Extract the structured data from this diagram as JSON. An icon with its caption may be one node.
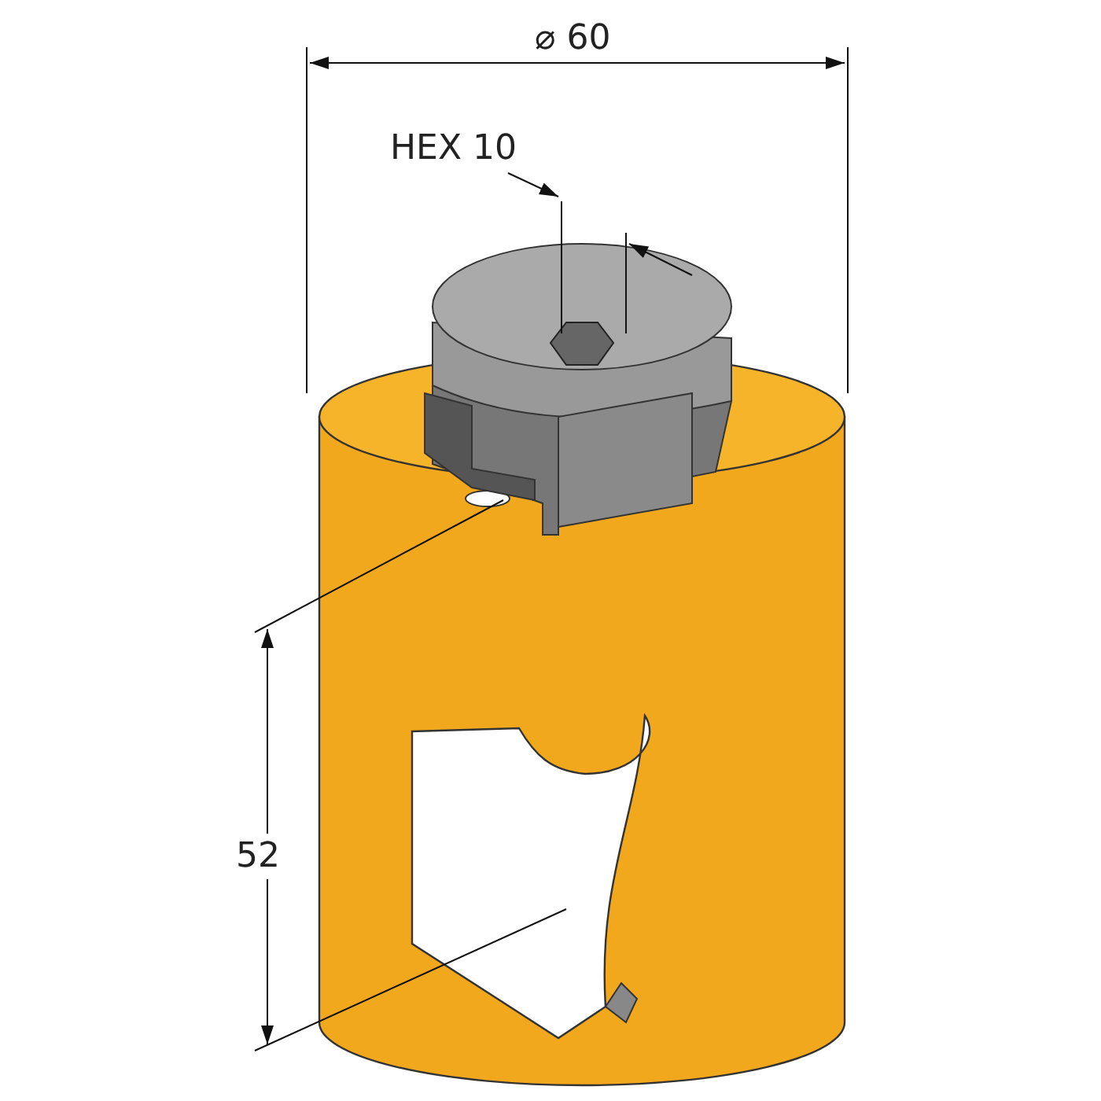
{
  "diagram": {
    "labels": [
      "⌀ 60",
      "HEX 10",
      "52"
    ]
  }
}
